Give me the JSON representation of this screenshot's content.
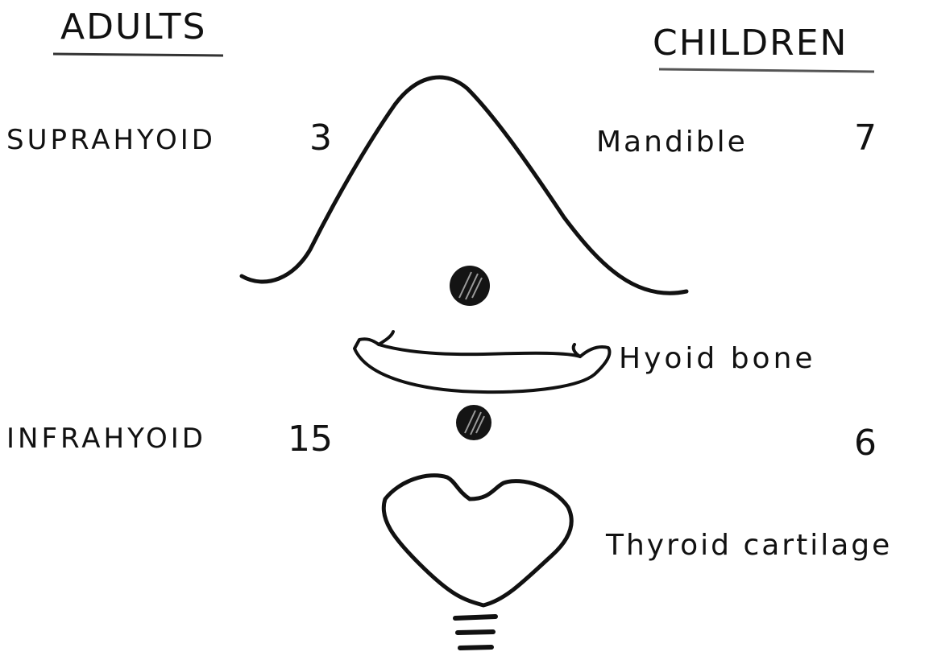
{
  "headings": {
    "left": "ADULTS",
    "right": "CHILDREN"
  },
  "rows": {
    "suprahyoid": {
      "label": "SUPRAHYOID",
      "adults": "3",
      "children": "7"
    },
    "infrahyoid": {
      "label": "INFRAHYOID",
      "adults": "15",
      "children": "6"
    }
  },
  "structures": {
    "mandible": "Mandible",
    "hyoid": "Hyoid   bone",
    "thyroid": "Thyroid cartilage"
  },
  "colors": {
    "ink": "#111111",
    "background": "#ffffff",
    "underline": "#555555"
  }
}
